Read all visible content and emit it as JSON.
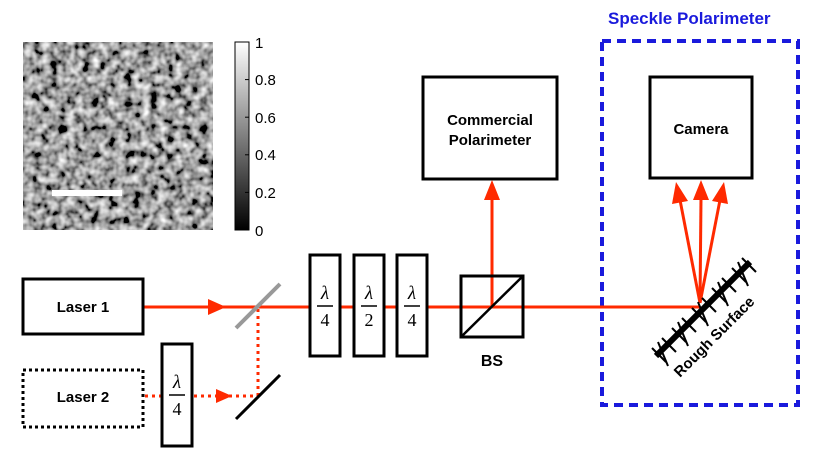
{
  "speckle_region": {
    "title": "Speckle Polarimeter",
    "color": "#1a1adc"
  },
  "lasers": [
    {
      "label": "Laser 1",
      "style": "solid"
    },
    {
      "label": "Laser 2",
      "style": "dotted"
    }
  ],
  "boxes": {
    "commercial_polarimeter": {
      "line1": "Commercial",
      "line2": "Polarimeter"
    },
    "camera": {
      "label": "Camera"
    }
  },
  "waveplates": [
    {
      "symbol": "λ",
      "denominator": "4"
    },
    {
      "symbol": "λ",
      "denominator": "2"
    },
    {
      "symbol": "λ",
      "denominator": "4"
    },
    {
      "symbol": "λ",
      "denominator": "4"
    }
  ],
  "beam_splitter": {
    "label": "BS"
  },
  "rough_surface": {
    "label": "Rough Surface"
  },
  "colorbar": {
    "ticks": [
      "1",
      "0.8",
      "0.6",
      "0.4",
      "0.2",
      "0"
    ]
  },
  "beam_color": "#ff2a00"
}
